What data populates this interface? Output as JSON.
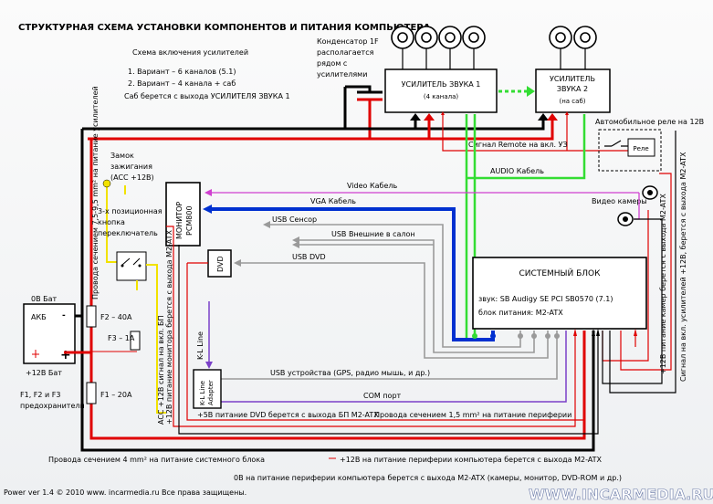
{
  "title": "СТРУКТУРНАЯ СХЕМА УСТАНОВКИ КОМПОНЕНТОВ И ПИТАНИЯ КОМПЬЮТЕРА",
  "scheme": {
    "heading": "Схема включения усилителей",
    "variant1": "1.    Вариант – 6 каналов (5.1)",
    "variant2": "2.    Вариант – 4 канала + саб",
    "sub_note": "Саб берется с выхода УСИЛИТЕЛЯ ЗВУКА 1"
  },
  "capacitor": {
    "line1": "Конденсатор 1F",
    "line2": "располагается",
    "line3": "рядом с",
    "line4": "усилителями"
  },
  "amp1": {
    "title": "УСИЛИТЕЛЬ ЗВУКА 1",
    "sub": "(4 канала)"
  },
  "amp2": {
    "line1": "УСИЛИТЕЛЬ",
    "line2": "ЗВУКА 2",
    "sub": "(на саб)"
  },
  "relay": {
    "caption": "Автомобильное реле на 12В",
    "label": "Реле"
  },
  "ignition": {
    "line1": "Замок",
    "line2": "зажигания",
    "line3": "(ACC +12В)"
  },
  "switch_note": {
    "line1": "3-х позиционная",
    "line2": "кнопка",
    "line3": "переключатель"
  },
  "monitor": {
    "line1": "МОНИТОР",
    "line2": "PCM800"
  },
  "dvd": "DVD",
  "kline_adapter": {
    "line1": "K-L Line",
    "line2": "Adapter"
  },
  "kline": "K-L Line",
  "battery": {
    "label": "АКБ",
    "minus": "-",
    "plus": "+",
    "zero": "0В Бат",
    "plus12": "+12В Бат"
  },
  "fuses": {
    "f2": "F2 – 40А",
    "f3": "F3 – 1А",
    "f1": "F1 – 20А"
  },
  "fuse_note": {
    "line1": "F1, F2 и F3",
    "line2": "предохранители"
  },
  "system_unit": {
    "title": "СИСТЕМНЫЙ БЛОК",
    "sound": "звук: SB Audigy SE PCI SB0570 (7.1)",
    "psu": "блок питания: M2-ATX"
  },
  "cables": {
    "remote": "Сигнал Remote на вкл. УЗ",
    "audio": "AUDIO Кабель",
    "video": "Video Кабель",
    "vga": "VGA Кабель",
    "usb_sensor": "USB Сенсор",
    "usb_salon": "USB Внешние в салон",
    "usb_dvd": "USB DVD",
    "usb_devices": "USB устройства (GPS, радио мышь, и др.)",
    "com": "COM порт",
    "video_cams": "Видео камеры"
  },
  "vertical_labels": {
    "amp_wire": "Провода сечением 7,5-9,5 mm² на питание усилителей",
    "acc": "ACC +12В сигнал на вкл. БП",
    "monitor_power": "+12В питание монитора берется с выхода M2-ATX",
    "camera_power": "+12В питание камер берется с выхода M2-ATX",
    "amp_on": "Сигнал на вкл. усилителей +12В, берется с выхода M2-ATX"
  },
  "bottom_labels": {
    "dvd_power": "+5В питание DVD берется с выхода БП M2-ATX",
    "periphery_wire": "Провода сечением 1,5 mm² на питание периферии",
    "sysunit_wire": "Провода сечением 4 mm² на питание системного блока",
    "periphery_plus": "+12В на питание периферии компьютера берется с выхода M2-ATX",
    "periphery_zero": "0В на питание периферии компьютера берется с выхода M2-ATX (камеры, монитор, DVD-ROM и др.)"
  },
  "footer": "Power ver 1.4 © 2010 www. incarmedia.ru Все права защищены.",
  "watermark": "WWW.INCARMEDIA.RU",
  "colors": {
    "power_red": "#e00000",
    "ground_black": "#000000",
    "vga_blue": "#0030d0",
    "audio_green": "#33dd33",
    "video_magenta": "#d040d0",
    "usb_gray": "#9a9a9a",
    "com_purple": "#7a40c8",
    "acc_yellow": "#f2e200"
  }
}
